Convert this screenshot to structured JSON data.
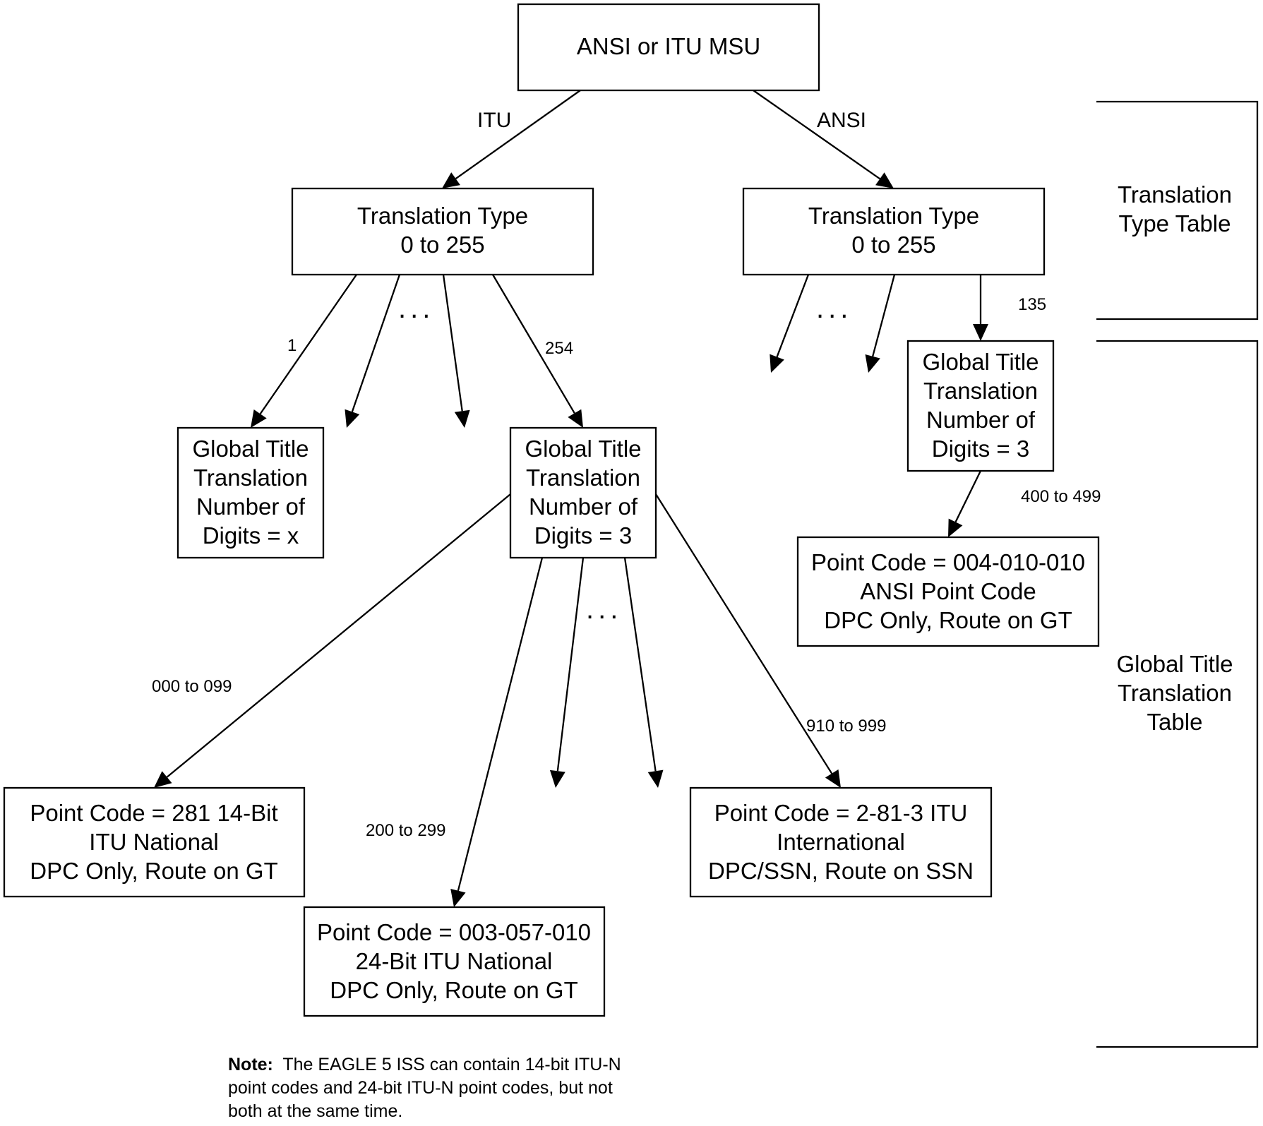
{
  "nodes": {
    "root": {
      "lines": [
        "ANSI or ITU MSU"
      ]
    },
    "tt_itu": {
      "lines": [
        "Translation Type",
        "0 to 255"
      ]
    },
    "tt_ansi": {
      "lines": [
        "Translation Type",
        "0 to 255"
      ]
    },
    "gtt_x": {
      "lines": [
        "Global Title",
        "Translation",
        "Number of",
        "Digits = x"
      ]
    },
    "gtt_itu_3": {
      "lines": [
        "Global Title",
        "Translation",
        "Number of",
        "Digits = 3"
      ]
    },
    "gtt_ansi_3": {
      "lines": [
        "Global Title",
        "Translation",
        "Number of",
        "Digits = 3"
      ]
    },
    "pc_ansi": {
      "lines": [
        "Point Code = 004-010-010",
        "ANSI Point Code",
        "DPC Only, Route on GT"
      ]
    },
    "pc_281": {
      "lines": [
        "Point Code = 281 14-Bit",
        "ITU National",
        "DPC Only, Route on GT"
      ]
    },
    "pc_003": {
      "lines": [
        "Point Code = 003-057-010",
        "24-Bit ITU National",
        "DPC Only, Route on GT"
      ]
    },
    "pc_2813": {
      "lines": [
        "Point Code = 2-81-3 ITU",
        "International",
        "DPC/SSN, Route on SSN"
      ]
    }
  },
  "edge_labels": {
    "itu": "ITU",
    "ansi": "ANSI",
    "tt1": "1",
    "tt254": "254",
    "tt135": "135",
    "range_000_099": "000 to 099",
    "range_200_299": "200 to 299",
    "range_910_999": "910 to 999",
    "range_400_499": "400 to 499"
  },
  "ellipsis": "...",
  "brackets": {
    "translation_type_table": {
      "lines": [
        "Translation",
        "Type Table"
      ]
    },
    "gtt_table": {
      "lines": [
        "Global Title",
        "Translation",
        "Table"
      ]
    }
  },
  "note": {
    "label": "Note:",
    "text": "The EAGLE 5 ISS can contain 14-bit ITU-N point codes and 24-bit ITU-N point codes, but not both at the same time."
  }
}
